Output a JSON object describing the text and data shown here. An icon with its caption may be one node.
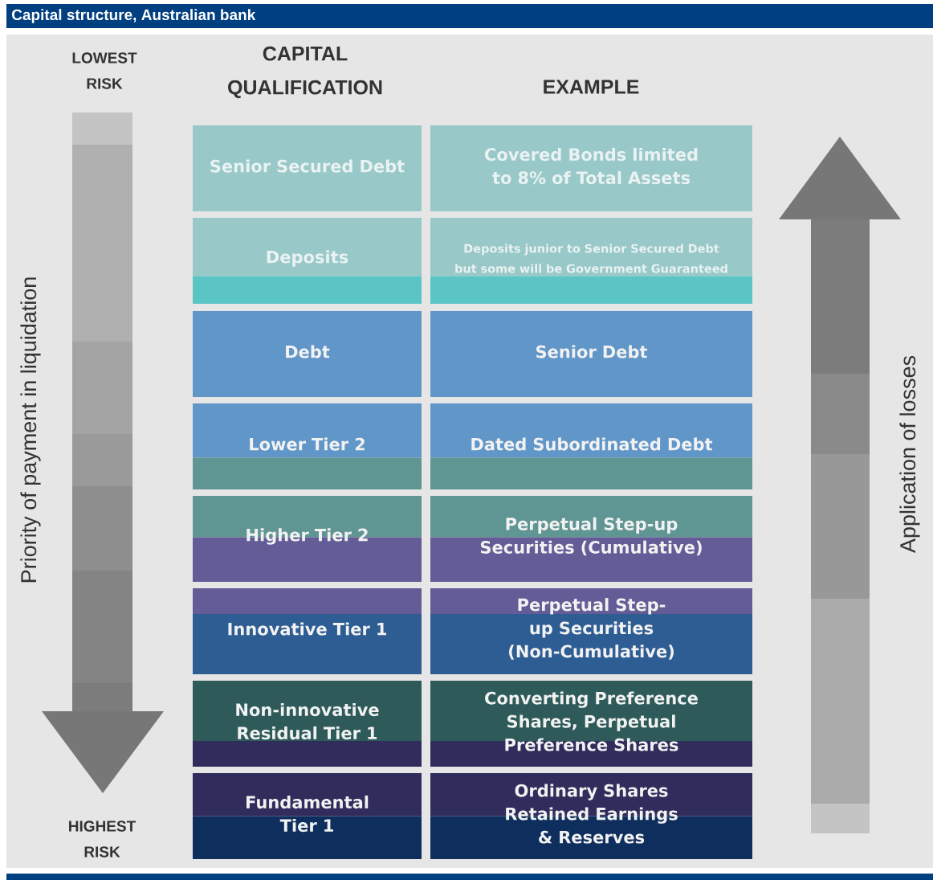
{
  "diagram": {
    "title": "Capital structure, Australian bank",
    "nodes": [
      {
        "text": [
          "Senior Secured Debt"
        ]
      },
      {
        "text": [
          "Covered Bonds limited to 8% of Total Assets"
        ]
      },
      {
        "text": [
          "Deposits"
        ]
      },
      {
        "text": [
          "Deposits junior to Senior Secured Debt but some will be Government Guaranteed"
        ]
      },
      {
        "text": [
          "Debt"
        ]
      },
      {
        "text": [
          "Senior Debt"
        ]
      },
      {
        "text": [
          "Lower Tier 2"
        ]
      },
      {
        "text": [
          "Dated Subordinated Debt"
        ]
      },
      {
        "text": [
          "Higher Tier 2"
        ]
      },
      {
        "text": [
          "Perpetual Step-up Securities (Cumulative)"
        ]
      },
      {
        "text": [
          "Innovative Tier 1"
        ]
      },
      {
        "text": [
          "Perpetual Step-up Securities (Non-Cumulative)"
        ]
      },
      {
        "text": [
          "Non-innovative Residual Tier 1"
        ]
      },
      {
        "text": [
          "Converting Preference Shares, Perpetual Preference Shares"
        ]
      },
      {
        "text": [
          "Fundamental Tier 1"
        ]
      },
      {
        "text": [
          "Ordinary Shares Retained Earnings & Reserves"
        ]
      }
    ],
    "labels": [
      "LOWEST RISK",
      "CAPITAL QUALIFICATION",
      "EXAMPLE",
      "Priority of payment in liquidation",
      "Application of losses",
      "HIGHEST RISK"
    ]
  }
}
